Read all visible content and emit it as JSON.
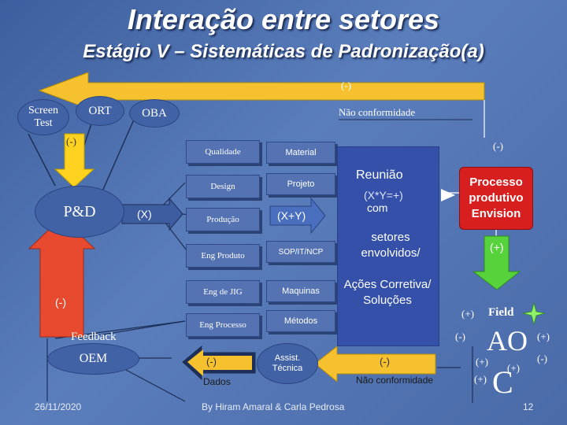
{
  "slide": {
    "title": "Interação entre setores",
    "subtitle": "Estágio V – Sistemáticas de Padronização(a)",
    "date": "26/11/2020",
    "author": "By Hiram Amaral & Carla Pedrosa",
    "page_number": "12"
  },
  "nodes": {
    "screen_test": "Screen Test",
    "ort": "ORT",
    "oba": "OBA",
    "nao_conformidade_top": "Não conformidade",
    "pd": "P&D",
    "feedback": "Feedback",
    "oem": "OEM",
    "qualidade": "Qualidade",
    "design": "Design",
    "producao": "Produção",
    "eng_produto": "Eng Produto",
    "eng_jig": "Eng de JIG",
    "eng_processo": "Eng Processo",
    "material": "Material",
    "projeto": "Projeto",
    "xy": "(X+Y)",
    "sop": "SOP/IT/NCP",
    "maquinas": "Maquinas",
    "metodos": "Métodos",
    "reuniao_title": "Reunião",
    "reuniao_formula": "(X*Y=+)",
    "reuniao_com": "com",
    "setores": "setores envolvidos/",
    "acoes": "Ações Corretiva/ Soluções",
    "processo": "Processo produtivo Envision",
    "assist": "Assist. Técnica",
    "dados": "Dados",
    "nao_conformidade_bottom": "Não conformidade",
    "field": "Field",
    "ao": "AO",
    "c": "C"
  },
  "signs": {
    "top_arrow": "(-)",
    "yellow_left": "(-)",
    "x_arrow": "(X)",
    "red_arrow": "(-)",
    "right_top": "(-)",
    "green": "(+)",
    "dados_arrow": "(-)",
    "bottom_arrow": "(-)",
    "field_plus": "(+)",
    "ao_left": "(-)",
    "ao_right": "(+)",
    "ao_right_minus": "(-)",
    "ao_below": "(+)",
    "c_plus_top": "(+)",
    "c_left": "(+)"
  },
  "colors": {
    "background": "#4a6aa8",
    "top_arrow": "#f5c12e",
    "yellow_arrow": "#ffd21f",
    "red_arrow": "#e84a2f",
    "green_arrow": "#56d23a",
    "dados_arrow": "#f5c12e",
    "processo_box": "#d81f1f",
    "navy_box": "#3450a8"
  }
}
